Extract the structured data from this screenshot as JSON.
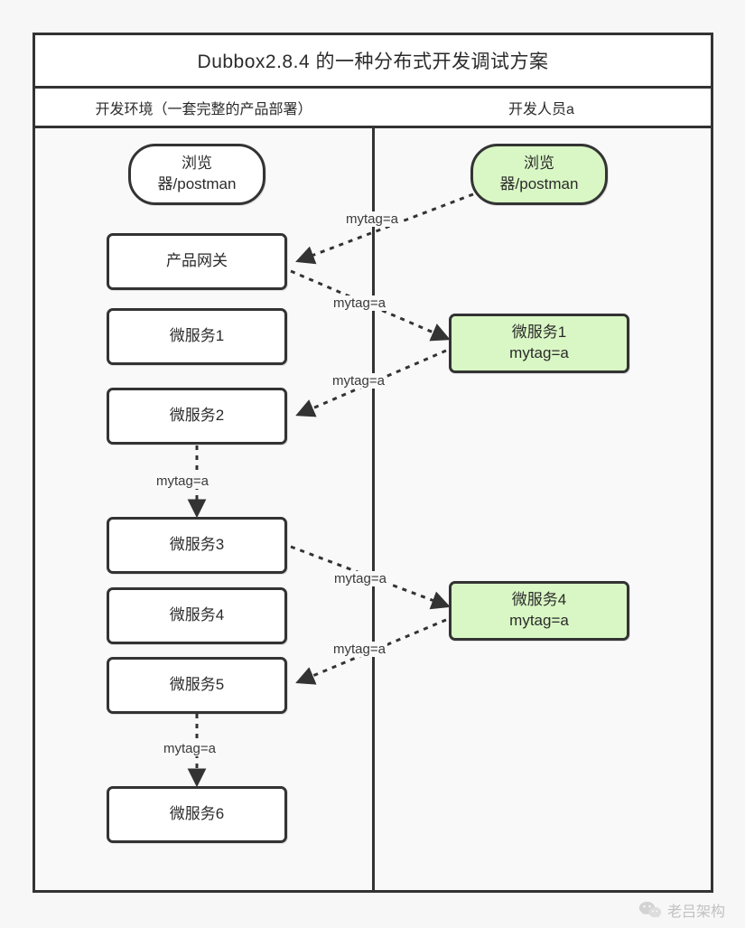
{
  "diagram": {
    "title": "Dubbox2.8.4 的一种分布式开发调试方案",
    "lanes": [
      {
        "id": "lane-dev-env",
        "label": "开发环境（一套完整的产品部署）"
      },
      {
        "id": "lane-developer-a",
        "label": "开发人员a"
      }
    ],
    "nodes": [
      {
        "id": "left-browser",
        "line1": "浏览",
        "line2": "器/postman",
        "shape": "rounded",
        "color": "white",
        "lane": "lane-dev-env"
      },
      {
        "id": "left-gateway",
        "line1": "产品网关",
        "line2": "",
        "shape": "rect",
        "color": "white",
        "lane": "lane-dev-env"
      },
      {
        "id": "left-svc1",
        "line1": "微服务1",
        "line2": "",
        "shape": "rect",
        "color": "white",
        "lane": "lane-dev-env"
      },
      {
        "id": "left-svc2",
        "line1": "微服务2",
        "line2": "",
        "shape": "rect",
        "color": "white",
        "lane": "lane-dev-env"
      },
      {
        "id": "left-svc3",
        "line1": "微服务3",
        "line2": "",
        "shape": "rect",
        "color": "white",
        "lane": "lane-dev-env"
      },
      {
        "id": "left-svc4",
        "line1": "微服务4",
        "line2": "",
        "shape": "rect",
        "color": "white",
        "lane": "lane-dev-env"
      },
      {
        "id": "left-svc5",
        "line1": "微服务5",
        "line2": "",
        "shape": "rect",
        "color": "white",
        "lane": "lane-dev-env"
      },
      {
        "id": "left-svc6",
        "line1": "微服务6",
        "line2": "",
        "shape": "rect",
        "color": "white",
        "lane": "lane-dev-env"
      },
      {
        "id": "right-browser",
        "line1": "浏览",
        "line2": "器/postman",
        "shape": "rounded",
        "color": "green",
        "lane": "lane-developer-a"
      },
      {
        "id": "right-svc1",
        "line1": "微服务1",
        "line2": "mytag=a",
        "shape": "rect",
        "color": "green",
        "lane": "lane-developer-a"
      },
      {
        "id": "right-svc4",
        "line1": "微服务4",
        "line2": "mytag=a",
        "shape": "rect",
        "color": "green",
        "lane": "lane-developer-a"
      }
    ],
    "edges": [
      {
        "id": "edge-rbrowser-to-gateway",
        "from": "right-browser",
        "to": "left-gateway",
        "label": "mytag=a",
        "style": "dashed"
      },
      {
        "id": "edge-gateway-to-rsvc1",
        "from": "left-gateway",
        "to": "right-svc1",
        "label": "mytag=a",
        "style": "dashed"
      },
      {
        "id": "edge-rsvc1-to-svc2",
        "from": "right-svc1",
        "to": "left-svc2",
        "label": "mytag=a",
        "style": "dashed"
      },
      {
        "id": "edge-svc2-to-svc3",
        "from": "left-svc2",
        "to": "left-svc3",
        "label": "mytag=a",
        "style": "dashed"
      },
      {
        "id": "edge-svc3-to-rsvc4",
        "from": "left-svc3",
        "to": "right-svc4",
        "label": "mytag=a",
        "style": "dashed"
      },
      {
        "id": "edge-rsvc4-to-svc5",
        "from": "right-svc4",
        "to": "left-svc5",
        "label": "mytag=a",
        "style": "dashed"
      },
      {
        "id": "edge-svc5-to-svc6",
        "from": "left-svc5",
        "to": "left-svc6",
        "label": "mytag=a",
        "style": "dashed"
      }
    ],
    "colors": {
      "stroke": "#333333",
      "node_fill": "#ffffff",
      "highlight_fill": "#d9f7c4",
      "canvas": "#f7f7f7",
      "header_fill": "#ffffff"
    }
  },
  "watermark": {
    "text": "老吕架构",
    "icon": "wechat-icon"
  }
}
